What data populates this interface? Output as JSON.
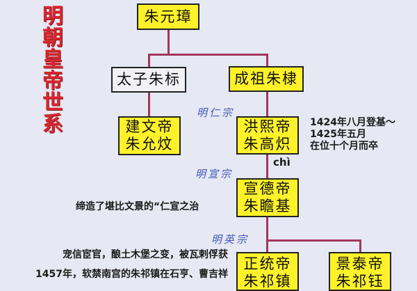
{
  "title": "明朝皇帝世系",
  "colors": {
    "background": "#e6e8f3",
    "title": "#d8262e",
    "box_yellow": "#fdf22a",
    "box_white": "#f1f1f6",
    "connector": "#a2365c",
    "temple_name": "#4058b8"
  },
  "nodes": {
    "zhu_yuanzhang": {
      "line1": "朱元璋"
    },
    "zhu_biao": {
      "line1": "太子朱标"
    },
    "zhu_di": {
      "line1": "成祖朱棣"
    },
    "jianwen": {
      "line1": "建文帝",
      "line2": "朱允炆"
    },
    "hongxi": {
      "line1": "洪熙帝",
      "line2": "朱高炽"
    },
    "xuande": {
      "line1": "宣德帝",
      "line2": "朱瞻基"
    },
    "zhengtong": {
      "line1": "正统帝",
      "line2": "朱祁镇"
    },
    "jingtai": {
      "line1": "景泰帝",
      "line2": "朱祁钰"
    }
  },
  "temple_names": {
    "renzong": "明仁宗",
    "xuanzong": "明宣宗",
    "yingzong": "明英宗"
  },
  "pinyin": "chì",
  "notes": {
    "hongxi": [
      "1424年八月登基～",
      "1425年五月",
      "在位十个月而卒"
    ],
    "xuande": "缔造了堪比文景的“仁宣之治",
    "yingzong": [
      "宠信宦官，酿土木堡之变，被瓦剌俘获",
      "1457年，软禁南宫的朱祁镇在石亨、曹吉祥"
    ]
  }
}
